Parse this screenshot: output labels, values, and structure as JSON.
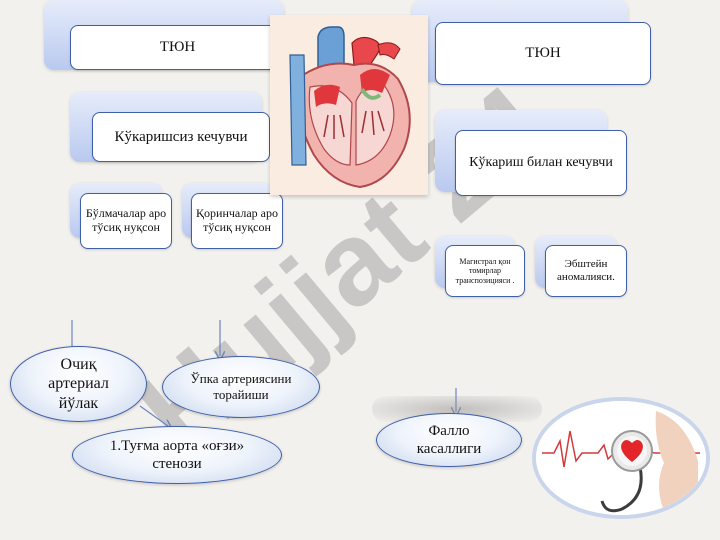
{
  "watermark": "Hujjat 24",
  "left": {
    "header": "ТЮН",
    "category": "Кўкаришсиз  кечувчи",
    "sub1": "Бўлмачалар аро тўсиқ нуқсон",
    "sub2": "Қоринчалар аро тўсиқ нуқсон"
  },
  "right": {
    "header": "ТЮН",
    "category": "Кўкариш билан кечувчи",
    "sub1": "Магистрал қон томирлар транспозицияси .",
    "sub2": "Эбштейн аномалияси."
  },
  "ellipses": {
    "open_duct": "Очиқ артериал йўлак",
    "pulmonary": "Ўпка артериясини торайиши",
    "aortic": "1.Туғма аорта «оғзи» стенози",
    "fallot": "Фалло касаллиги"
  },
  "colors": {
    "accent": "#3f5fa8",
    "watermark": "#b04aa8"
  }
}
